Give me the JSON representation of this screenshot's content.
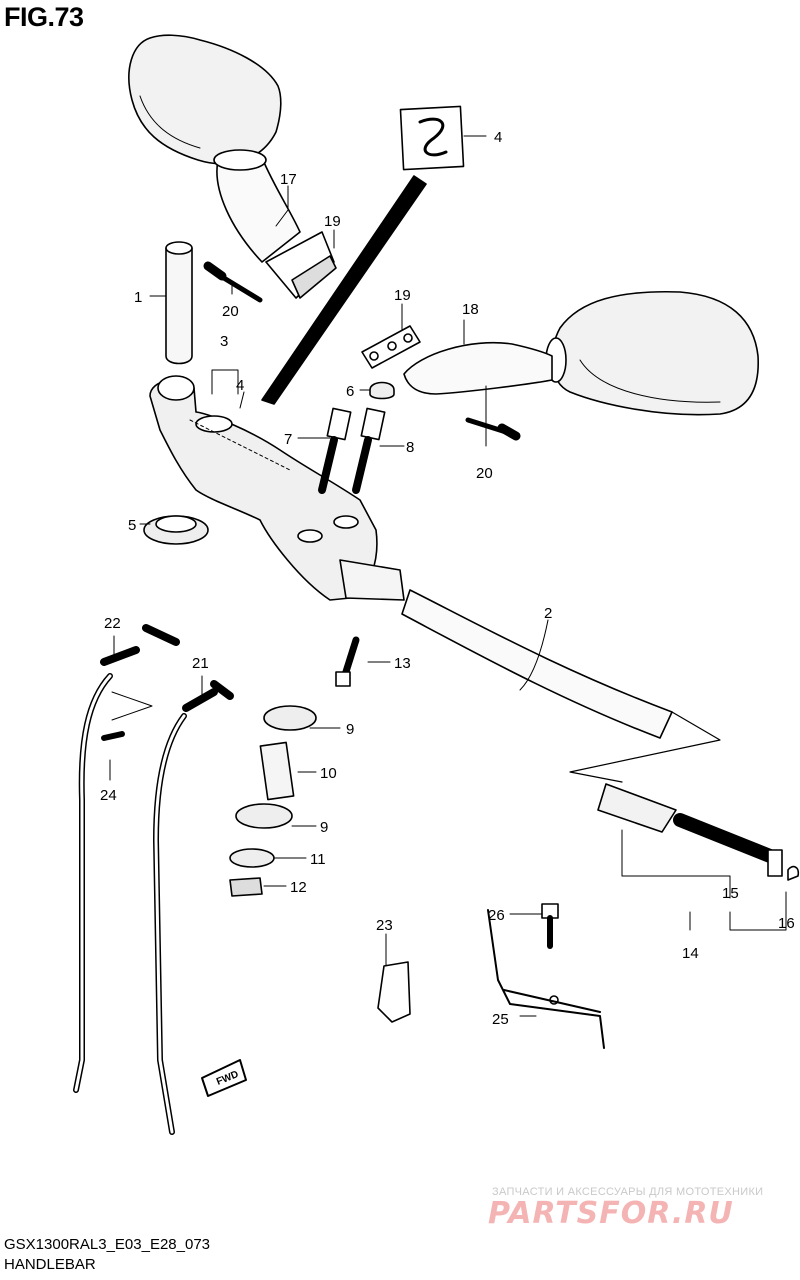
{
  "header": {
    "figure": "FIG.73"
  },
  "footer": {
    "code": "GSX1300RAL3_E03_E28_073",
    "name": "HANDLEBAR"
  },
  "watermark": {
    "tagline": "ЗАПЧАСТИ И АКСЕССУАРЫ ДЛЯ МОТОТЕХНИКИ",
    "brand": "PARTSFOR.RU",
    "color": "#f4b4b4"
  },
  "fwd_label": "FWD",
  "callouts": {
    "c1": "1",
    "c2": "2",
    "c3": "3",
    "c4a": "4",
    "c4b": "4",
    "c5": "5",
    "c6": "6",
    "c7": "7",
    "c8": "8",
    "c9a": "9",
    "c9b": "9",
    "c10": "10",
    "c11": "11",
    "c12": "12",
    "c13": "13",
    "c14": "14",
    "c15": "15",
    "c16": "16",
    "c17": "17",
    "c18": "18",
    "c19a": "19",
    "c19b": "19",
    "c20a": "20",
    "c20b": "20",
    "c21": "21",
    "c22": "22",
    "c23": "23",
    "c24": "24",
    "c25": "25",
    "c26": "26"
  }
}
